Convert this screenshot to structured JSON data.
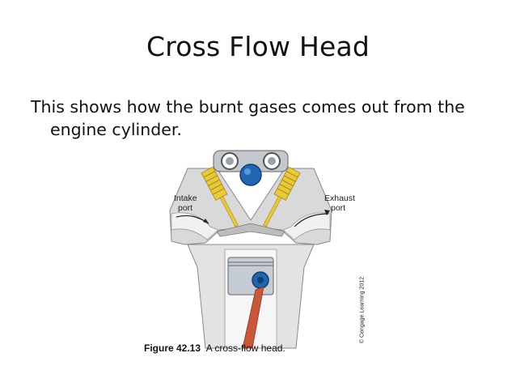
{
  "slide": {
    "title": "Cross Flow Head",
    "body_line1": "This shows how the burnt gases comes out from the",
    "body_line2": "engine cylinder."
  },
  "figure": {
    "intake_label_1": "Intake",
    "intake_label_2": "port",
    "exhaust_label_1": "Exhaust",
    "exhaust_label_2": "port",
    "caption_number": "Figure 42.13",
    "caption_text": "A cross-flow head.",
    "copyright": "© Cengage Learning 2012"
  },
  "colors": {
    "head_gray": "#d8d8d8",
    "block_gray": "#e2e2e2",
    "spring_yellow": "#e8c93a",
    "cam_blue": "#2166b0",
    "rod_red": "#c9573b"
  }
}
